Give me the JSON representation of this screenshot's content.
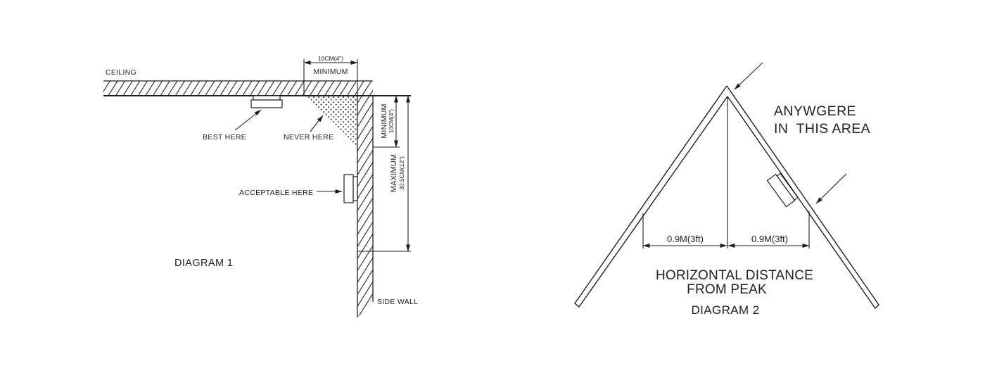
{
  "colors": {
    "ink": "#1f1f1f",
    "background": "#ffffff"
  },
  "diagram1": {
    "title": "DIAGRAM 1",
    "labels": {
      "ceiling": "CEILING",
      "side_wall": "SIDE WALL",
      "best_here": "BEST HERE",
      "never_here": "NEVER HERE",
      "acceptable_here": "ACCEPTABLE HERE"
    },
    "top_dimension": {
      "value": "10CM(4\")",
      "qualifier": "MINIMUM"
    },
    "min_dimension": {
      "qualifier": "MINIMUM",
      "value": "10CM(4\")"
    },
    "max_dimension": {
      "qualifier": "MAXIMUM",
      "value": "30.5CM(12\")"
    }
  },
  "diagram2": {
    "title": "DIAGRAM 2",
    "area_note": {
      "line1": "ANYWGERE",
      "line2": "IN  THIS AREA"
    },
    "dimensions": {
      "left": "0.9M(3ft)",
      "right": "0.9M(3ft)"
    },
    "caption": {
      "line1": "HORIZONTAL DISTANCE",
      "line2": "FROM PEAK"
    }
  }
}
